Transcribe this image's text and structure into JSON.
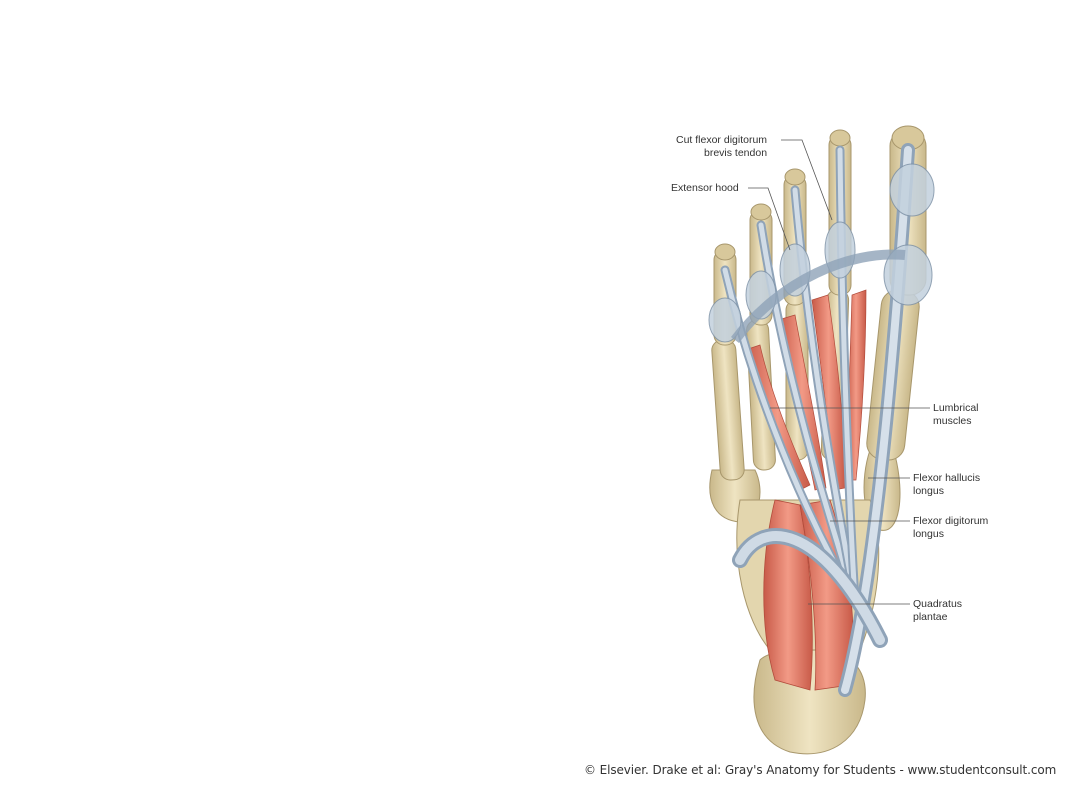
{
  "figure": {
    "labels": {
      "cut_fdb_tendon": [
        "Cut flexor digitorum",
        "brevis tendon"
      ],
      "extensor_hood": [
        "Extensor hood"
      ],
      "lumbrical": [
        "Lumbrical",
        "muscles"
      ],
      "fhl": [
        "Flexor hallucis",
        "longus"
      ],
      "fdl": [
        "Flexor digitorum",
        "longus"
      ],
      "quadratus": [
        "Quadratus",
        "plantae"
      ]
    },
    "credit": "© Elsevier. Drake et al: Gray's Anatomy for Students - www.studentconsult.com"
  },
  "colors": {
    "background": "#ffffff",
    "bone": "#e6d9b3",
    "bone_shadow": "#c9b88a",
    "tendon": "#b7c6d6",
    "tendon_edge": "#7f93a8",
    "muscle": "#e07b68",
    "muscle_light": "#f0a08f"
  }
}
